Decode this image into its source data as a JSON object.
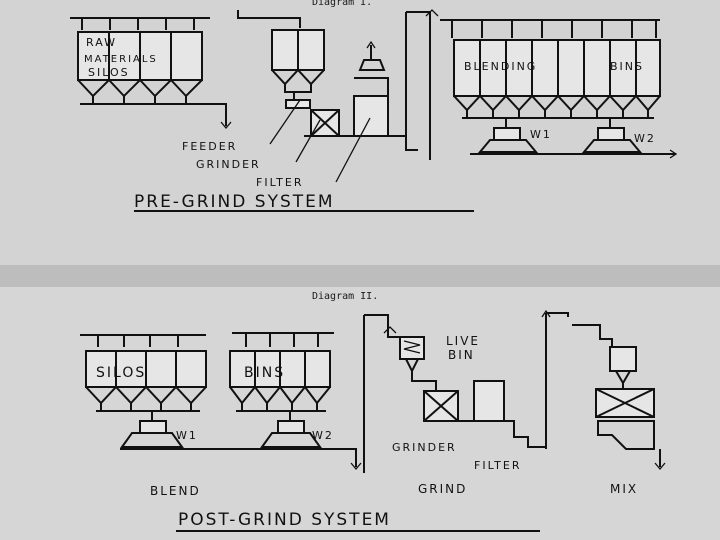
{
  "diagram1": {
    "heading": "Diagram I.",
    "labels": {
      "raw": "RAW",
      "materials": "MATERIALS",
      "silos": "SILOS",
      "blending": "BLENDING",
      "bins": "BINS",
      "feeder": "FEEDER",
      "grinder": "GRINDER",
      "filter": "FILTER",
      "w1": "W1",
      "w2": "W2"
    },
    "title": "PRE-GRIND SYSTEM"
  },
  "diagram2": {
    "heading": "Diagram II.",
    "labels": {
      "silos": "SILOS",
      "bins": "BINS",
      "live": "LIVE",
      "bin": "BIN",
      "grinder": "GRINDER",
      "filter": "FILTER",
      "w1": "W1",
      "w2": "W2",
      "blend": "BLEND",
      "grind": "GRIND",
      "mix": "MIX"
    },
    "title": "POST-GRIND SYSTEM"
  }
}
